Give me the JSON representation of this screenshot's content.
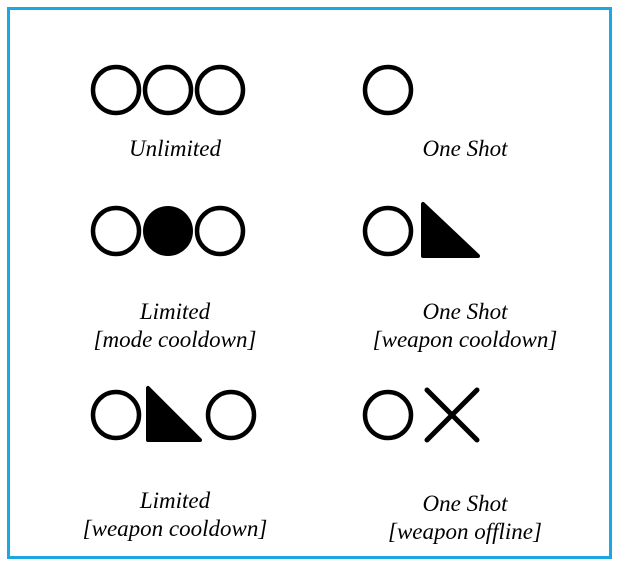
{
  "legend": {
    "items": [
      {
        "title": "Unlimited",
        "subtitle": "",
        "icons": [
          "hollow-circle",
          "hollow-circle",
          "hollow-circle"
        ]
      },
      {
        "title": "One Shot",
        "subtitle": "",
        "icons": [
          "hollow-circle"
        ]
      },
      {
        "title": "Limited",
        "subtitle": "[mode cooldown]",
        "icons": [
          "hollow-circle",
          "filled-circle",
          "hollow-circle"
        ]
      },
      {
        "title": "One Shot",
        "subtitle": "[weapon cooldown]",
        "icons": [
          "hollow-circle",
          "filled-triangle"
        ]
      },
      {
        "title": "Limited",
        "subtitle": "[weapon cooldown]",
        "icons": [
          "hollow-circle",
          "filled-triangle",
          "hollow-circle"
        ]
      },
      {
        "title": "One Shot",
        "subtitle": "[weapon offline]",
        "icons": [
          "hollow-circle",
          "x-cross"
        ]
      }
    ]
  },
  "colors": {
    "border": "#1ba8e0",
    "ink": "#000000",
    "background": "#ffffff"
  }
}
